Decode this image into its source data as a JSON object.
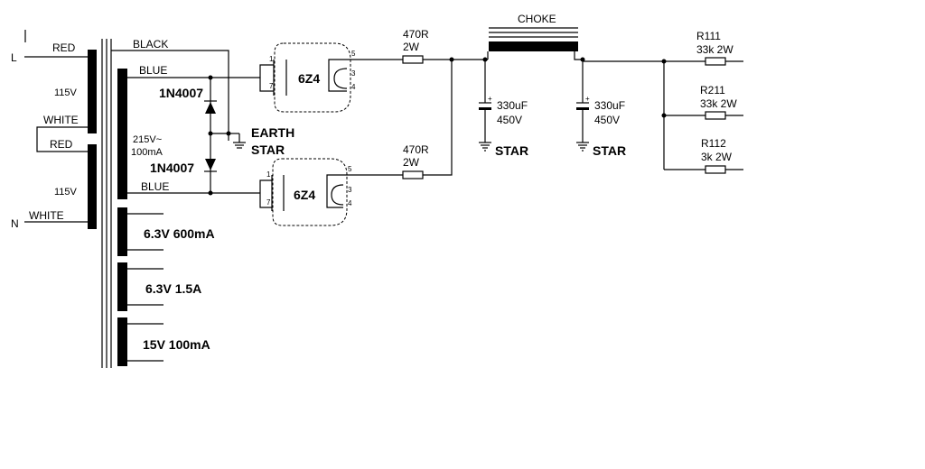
{
  "mains": {
    "live": "L",
    "neutral": "N"
  },
  "primary": {
    "wire_red_top": "RED",
    "winding_top_voltage": "115V",
    "wire_white_mid": "WHITE",
    "wire_red_mid": "RED",
    "winding_bottom_voltage": "115V",
    "wire_white_bottom": "WHITE"
  },
  "secondary": {
    "wire_black": "BLACK",
    "wire_blue_top": "BLUE",
    "ht_rating_line1": "215V~",
    "ht_rating_line2": "100mA",
    "wire_blue_bottom": "BLUE",
    "heater1": "6.3V 600mA",
    "heater2": "6.3V 1.5A",
    "aux": "15V 100mA"
  },
  "diodes": {
    "upper": "1N4007",
    "lower": "1N4007"
  },
  "earth": {
    "line1": "EARTH",
    "line2": "STAR"
  },
  "tubes": [
    {
      "name": "6Z4",
      "pins": [
        "1",
        "7",
        "5",
        "3",
        "4"
      ]
    },
    {
      "name": "6Z4",
      "pins": [
        "1",
        "7",
        "5",
        "3",
        "4"
      ]
    }
  ],
  "series_resistors": [
    {
      "value": "470R",
      "power": "2W"
    },
    {
      "value": "470R",
      "power": "2W"
    }
  ],
  "choke": {
    "label": "CHOKE"
  },
  "capacitors": [
    {
      "plus": "+",
      "value": "330uF",
      "voltage": "450V",
      "ground": "STAR"
    },
    {
      "plus": "+",
      "value": "330uF",
      "voltage": "450V",
      "ground": "STAR"
    }
  ],
  "outputs": [
    {
      "ref": "R111",
      "value": "33k 2W"
    },
    {
      "ref": "R211",
      "value": "33k 2W"
    },
    {
      "ref": "R112",
      "value": "3k 2W"
    }
  ]
}
